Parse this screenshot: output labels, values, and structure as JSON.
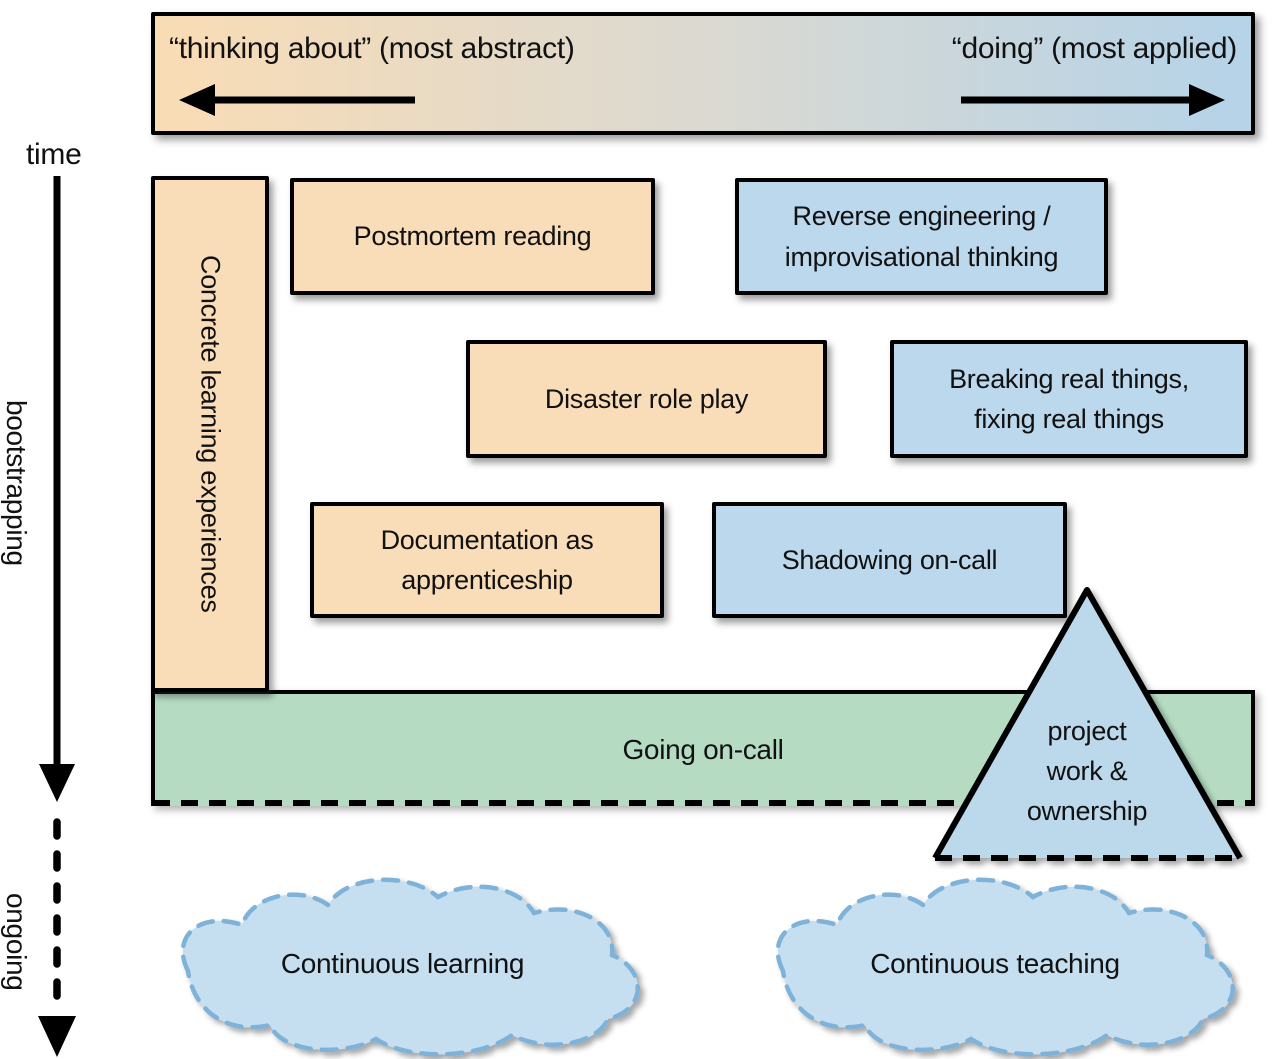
{
  "figure": {
    "top_bar": {
      "left_label": "“thinking about” (most abstract)",
      "right_label": "“doing” (most applied)"
    },
    "time_axis": {
      "label": "time",
      "phase_solid": "bootstrapping",
      "phase_dashed": "ongoing"
    },
    "boxes": {
      "concrete": {
        "label": "Concrete learning experiences"
      },
      "postmortem": {
        "label": "Postmortem reading"
      },
      "reverse": {
        "lines": [
          "Reverse engineering /",
          "improvisational thinking"
        ]
      },
      "disaster": {
        "label": "Disaster role play"
      },
      "breaking": {
        "lines": [
          "Breaking real things,",
          "fixing real things"
        ]
      },
      "documentation": {
        "lines": [
          "Documentation as",
          "apprenticeship"
        ]
      },
      "shadowing": {
        "label": "Shadowing on-call"
      }
    },
    "band": {
      "label": "Going on-call"
    },
    "triangle": {
      "lines": [
        "project",
        "work &",
        "ownership"
      ]
    },
    "clouds": [
      {
        "label": "Continuous learning"
      },
      {
        "label": "Continuous teaching"
      }
    ],
    "colors": {
      "abstract_orange": "#f9ddb9",
      "applied_blue": "#bcd8ec",
      "neutral_gray": "#dad9d2",
      "ongoing_green": "#b5dcc3",
      "cloud_fill": "#c5def0",
      "cloud_border": "#7eb2d8",
      "outline": "#000000"
    }
  }
}
